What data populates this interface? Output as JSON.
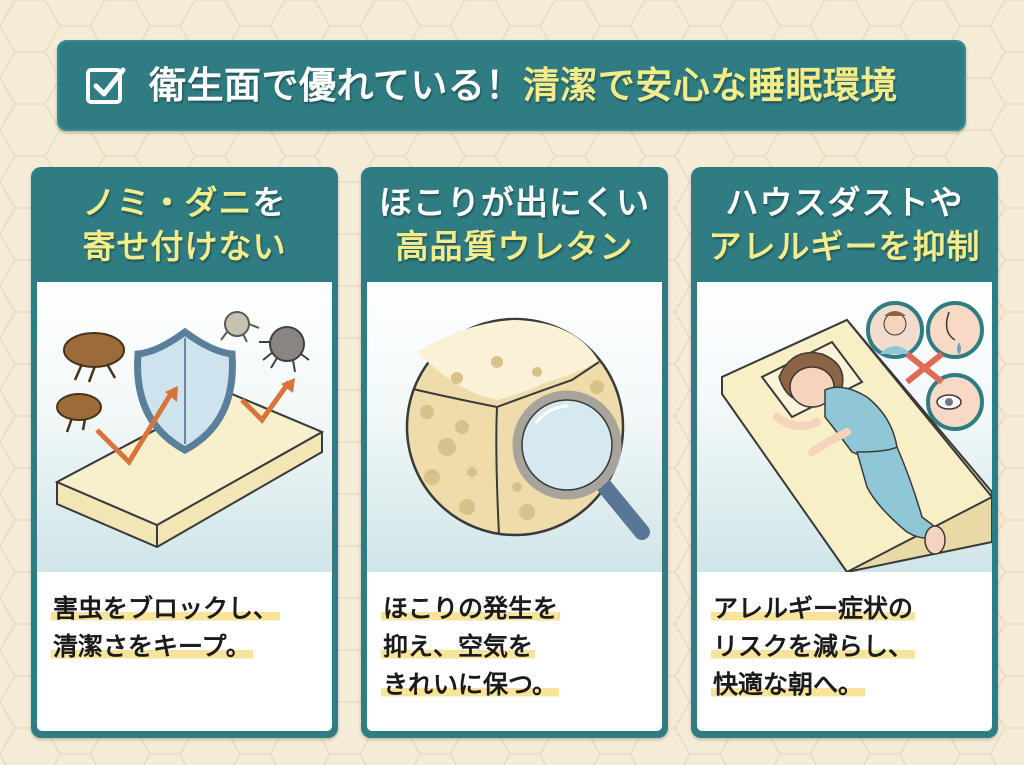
{
  "banner": {
    "icon": "checkbox-checked-icon",
    "title_white": "衛生面で優れている！",
    "title_yellow": "清潔で安心な睡眠環境"
  },
  "cards": [
    {
      "heading": [
        [
          {
            "text": "ノミ・ダニ",
            "color": "yellow"
          },
          {
            "text": "を",
            "color": "white"
          }
        ],
        [
          {
            "text": "寄せ付けない",
            "color": "yellow"
          }
        ]
      ],
      "illustration": "mattress-shield-pests",
      "description": [
        "害虫をブロックし、",
        "清潔さをキープ。"
      ]
    },
    {
      "heading": [
        [
          {
            "text": "ほこりが出にくい",
            "color": "white"
          }
        ],
        [
          {
            "text": "高品質ウレタン",
            "color": "yellow"
          }
        ]
      ],
      "illustration": "urethane-foam-magnifier",
      "description": [
        "ほこりの発生を",
        "抑え、空気を",
        "きれいに保つ。"
      ]
    },
    {
      "heading": [
        [
          {
            "text": "ハウスダストや",
            "color": "white"
          }
        ],
        [
          {
            "text": "アレルギーを抑制",
            "color": "yellow"
          }
        ]
      ],
      "illustration": "sleeping-woman-allergy-blocked",
      "description": [
        "アレルギー症状の",
        "リスクを減らし、",
        "快適な朝へ。"
      ]
    }
  ],
  "colors": {
    "teal": "#2f7d83",
    "yellow_text": "#f3ec8a",
    "highlight": "#f7e39a",
    "background": "#f4ecd6",
    "arrow_orange": "#d9733a",
    "cross_red": "#e06a5a"
  }
}
